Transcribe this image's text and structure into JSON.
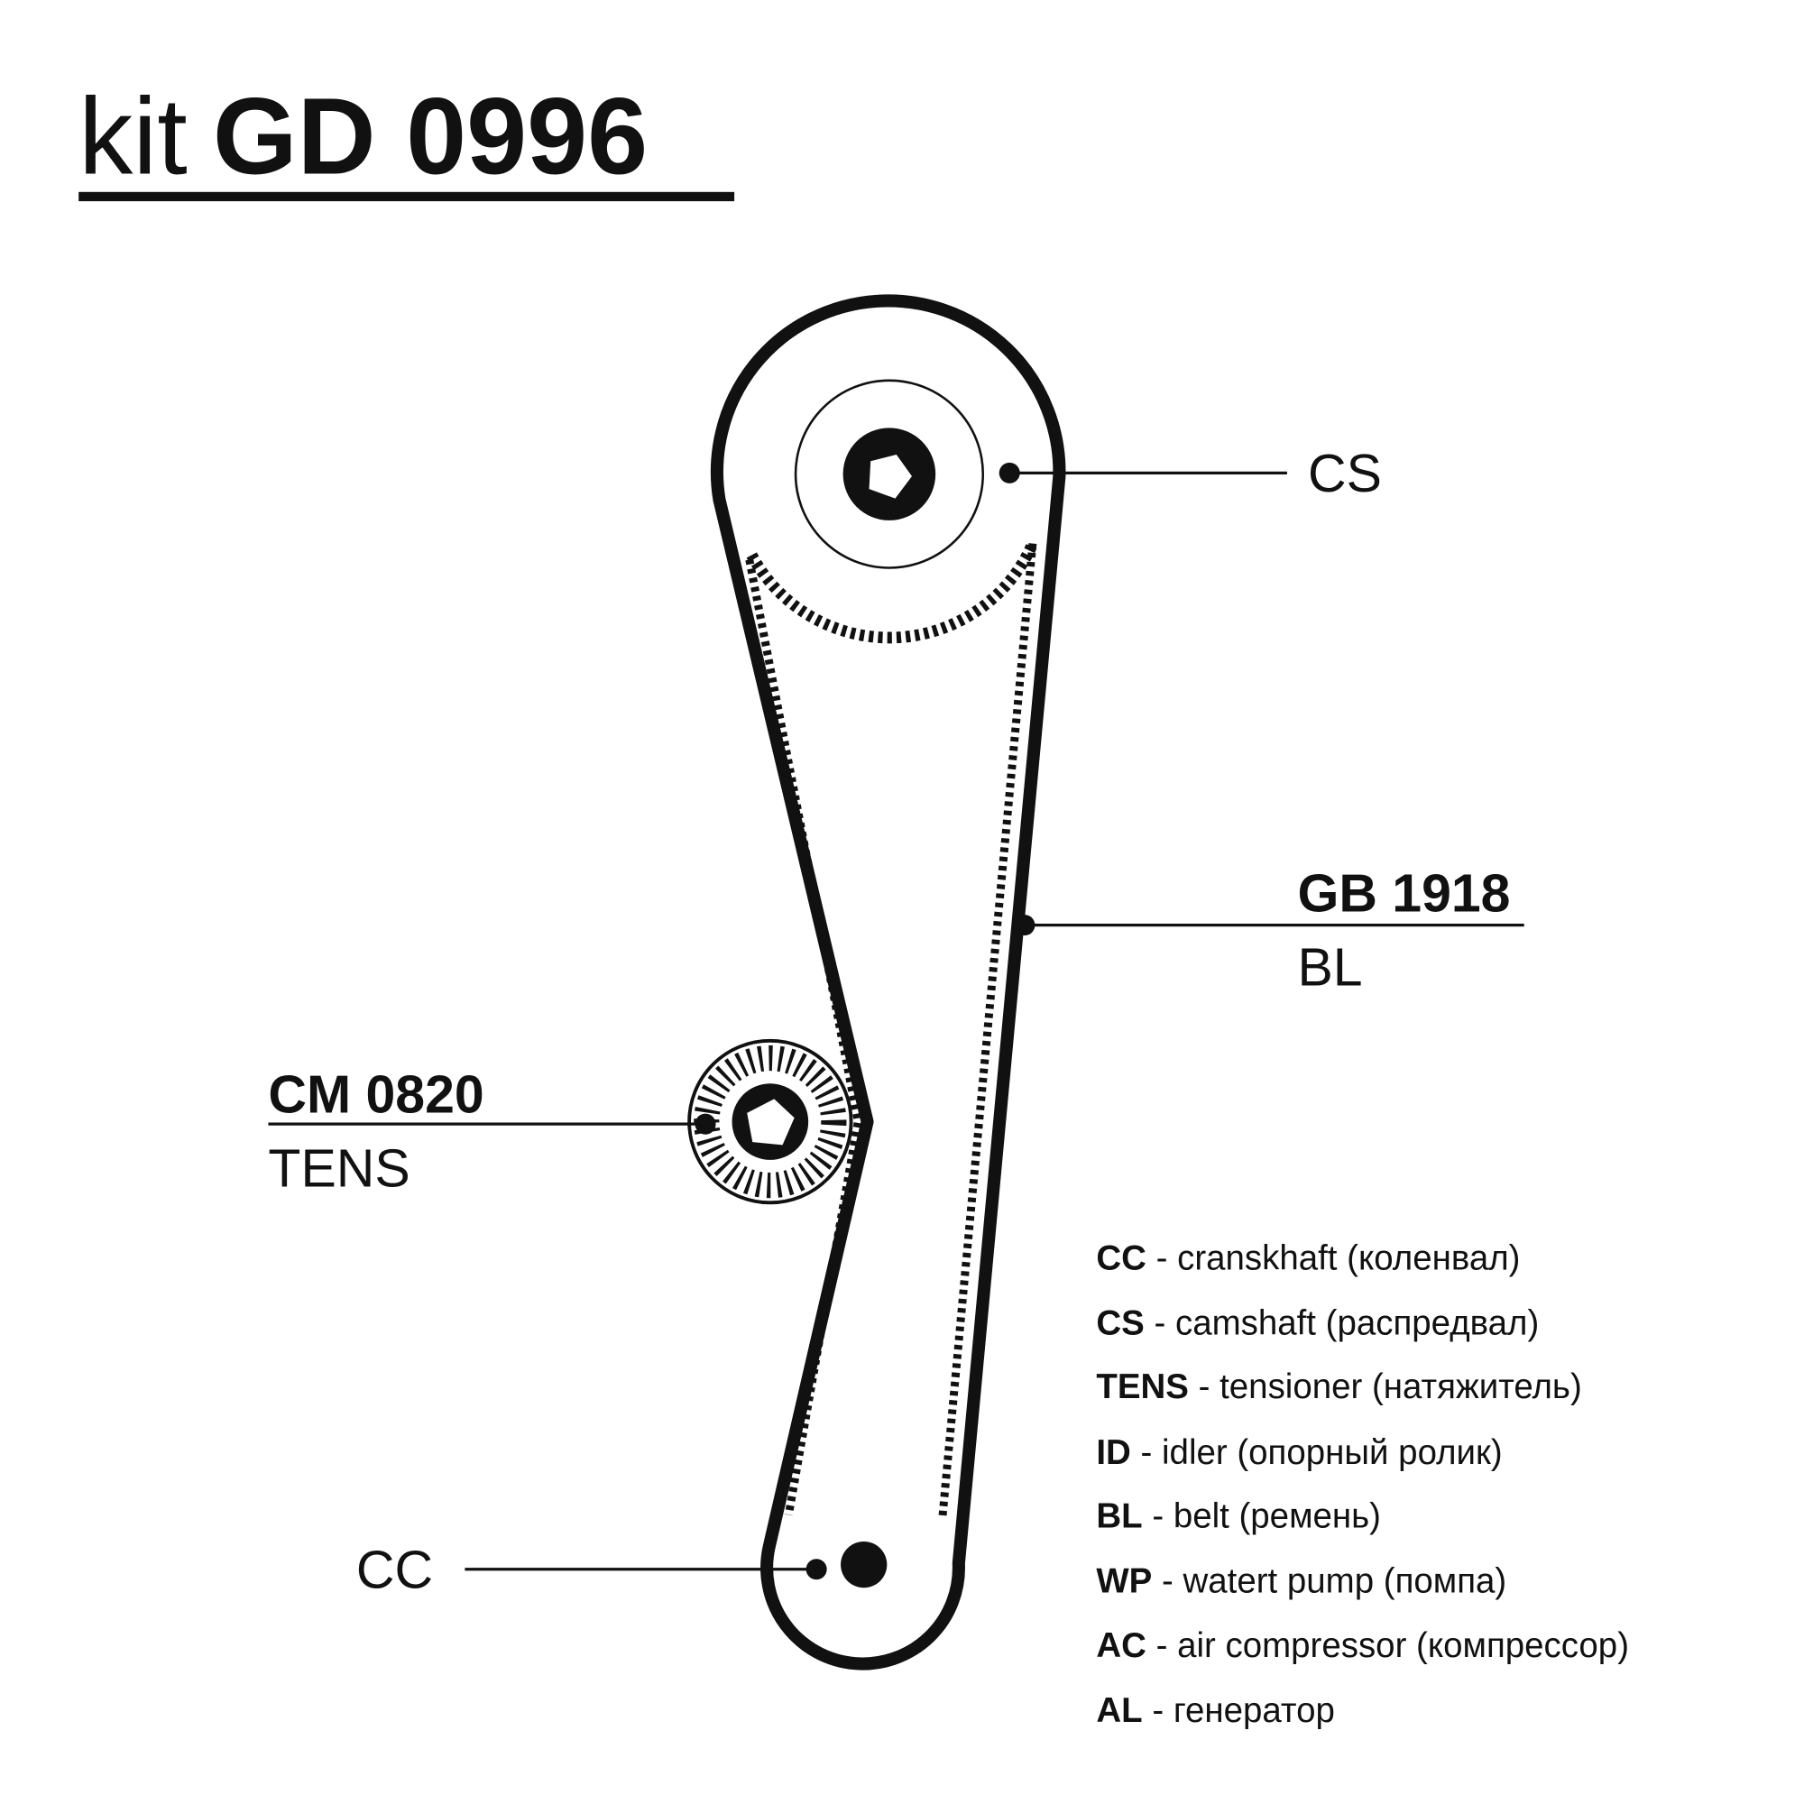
{
  "title": {
    "prefix": "kit",
    "code": "GD 0996"
  },
  "labels": {
    "cs": "CS",
    "cc": "CC",
    "belt": {
      "code": "GB 1918",
      "type": "BL"
    },
    "tensioner": {
      "code": "CM 0820",
      "type": "TENS"
    }
  },
  "legend": [
    {
      "abbr": "CC",
      "desc": " - cranskhaft (коленвал)"
    },
    {
      "abbr": "CS",
      "desc": " - camshaft (распредвал)"
    },
    {
      "abbr": "TENS",
      "desc": " - tensioner (натяжитель)"
    },
    {
      "abbr": "ID",
      "desc": " - idler (опорный ролик)"
    },
    {
      "abbr": "BL",
      "desc": " - belt (ремень)"
    },
    {
      "abbr": "WP",
      "desc": " - watert pump (помпа)"
    },
    {
      "abbr": "AC",
      "desc": " - air compressor (компрессор)"
    },
    {
      "abbr": "AL",
      "desc": " - генератор"
    }
  ],
  "colors": {
    "ink": "#111111",
    "background": "#ffffff"
  }
}
